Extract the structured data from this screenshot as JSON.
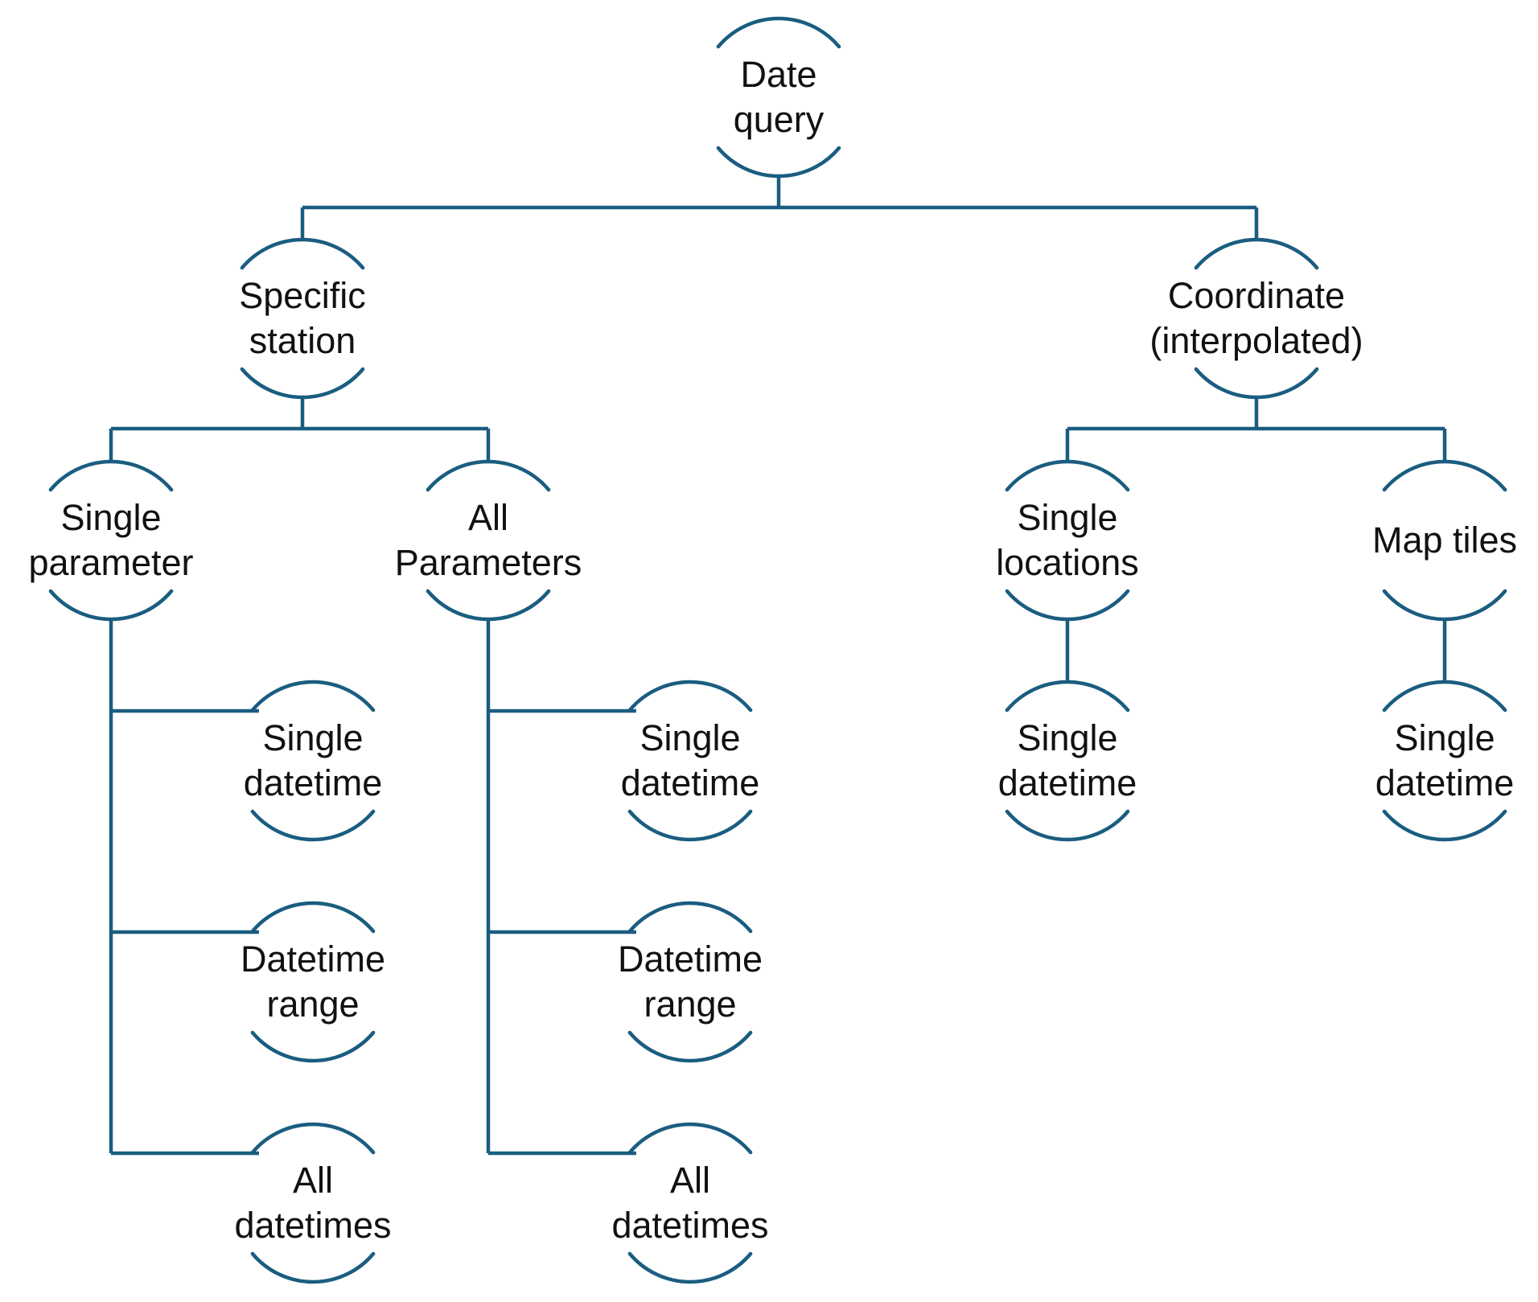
{
  "nodes": [
    {
      "id": "root",
      "lines": [
        "Date",
        "query"
      ]
    },
    {
      "id": "station",
      "lines": [
        "Specific",
        "station"
      ]
    },
    {
      "id": "coord",
      "lines": [
        "Coordinate",
        "(interpolated)"
      ]
    },
    {
      "id": "sp",
      "lines": [
        "Single",
        "parameter"
      ]
    },
    {
      "id": "ap",
      "lines": [
        "All",
        "Parameters"
      ]
    },
    {
      "id": "sl",
      "lines": [
        "Single",
        "locations"
      ]
    },
    {
      "id": "mt",
      "lines": [
        "Map tiles"
      ]
    },
    {
      "id": "sp-sd",
      "lines": [
        "Single",
        "datetime"
      ]
    },
    {
      "id": "sp-dr",
      "lines": [
        "Datetime",
        "range"
      ]
    },
    {
      "id": "sp-ad",
      "lines": [
        "All",
        "datetimes"
      ]
    },
    {
      "id": "ap-sd",
      "lines": [
        "Single",
        "datetime"
      ]
    },
    {
      "id": "ap-dr",
      "lines": [
        "Datetime",
        "range"
      ]
    },
    {
      "id": "ap-ad",
      "lines": [
        "All",
        "datetimes"
      ]
    },
    {
      "id": "sl-sd",
      "lines": [
        "Single",
        "datetime"
      ]
    },
    {
      "id": "mt-sd",
      "lines": [
        "Single",
        "datetime"
      ]
    }
  ],
  "edges": [
    [
      "root",
      "station"
    ],
    [
      "root",
      "coord"
    ],
    [
      "station",
      "sp"
    ],
    [
      "station",
      "ap"
    ],
    [
      "coord",
      "sl"
    ],
    [
      "coord",
      "mt"
    ],
    [
      "sp",
      "sp-sd"
    ],
    [
      "sp",
      "sp-dr"
    ],
    [
      "sp",
      "sp-ad"
    ],
    [
      "ap",
      "ap-sd"
    ],
    [
      "ap",
      "ap-dr"
    ],
    [
      "ap",
      "ap-ad"
    ],
    [
      "sl",
      "sl-sd"
    ],
    [
      "mt",
      "mt-sd"
    ]
  ],
  "colors": {
    "line": "#1a5d80",
    "text": "#111111"
  }
}
